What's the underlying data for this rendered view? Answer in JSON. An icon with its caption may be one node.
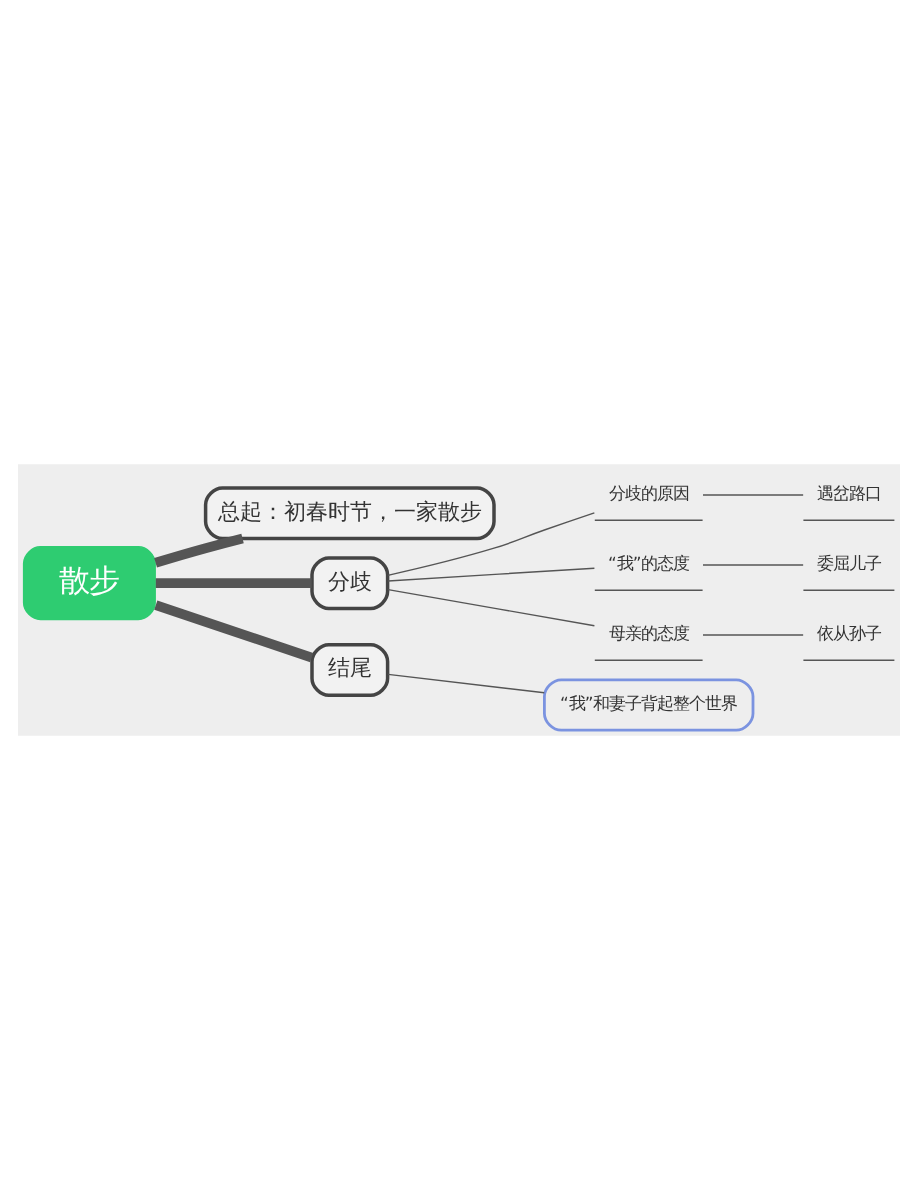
{
  "diagram": {
    "nodes": [
      {
        "text": [
          "散步"
        ]
      },
      {
        "text": [
          "总起：初春时节，一家散步"
        ]
      },
      {
        "text": [
          "分歧"
        ]
      },
      {
        "text": [
          "分歧的原因"
        ]
      },
      {
        "text": [
          "遇岔路口"
        ]
      },
      {
        "text": [
          "“我”的态度"
        ]
      },
      {
        "text": [
          "委屈儿子"
        ]
      },
      {
        "text": [
          "母亲的态度"
        ]
      },
      {
        "text": [
          "依从孙子"
        ]
      },
      {
        "text": [
          "结尾"
        ]
      },
      {
        "text": [
          "“我”和妻子背起整个世界"
        ]
      }
    ],
    "edges": [
      {
        "from": 0,
        "to": 1,
        "arrow": "none",
        "style": "thick"
      },
      {
        "from": 0,
        "to": 2,
        "arrow": "none",
        "style": "thick"
      },
      {
        "from": 0,
        "to": 9,
        "arrow": "none",
        "style": "thick"
      },
      {
        "from": 2,
        "to": 3,
        "arrow": "none"
      },
      {
        "from": 3,
        "to": 4,
        "arrow": "none"
      },
      {
        "from": 2,
        "to": 5,
        "arrow": "none"
      },
      {
        "from": 5,
        "to": 6,
        "arrow": "none"
      },
      {
        "from": 2,
        "to": 7,
        "arrow": "none"
      },
      {
        "from": 7,
        "to": 8,
        "arrow": "none"
      },
      {
        "from": 9,
        "to": 10,
        "arrow": "none"
      }
    ]
  }
}
